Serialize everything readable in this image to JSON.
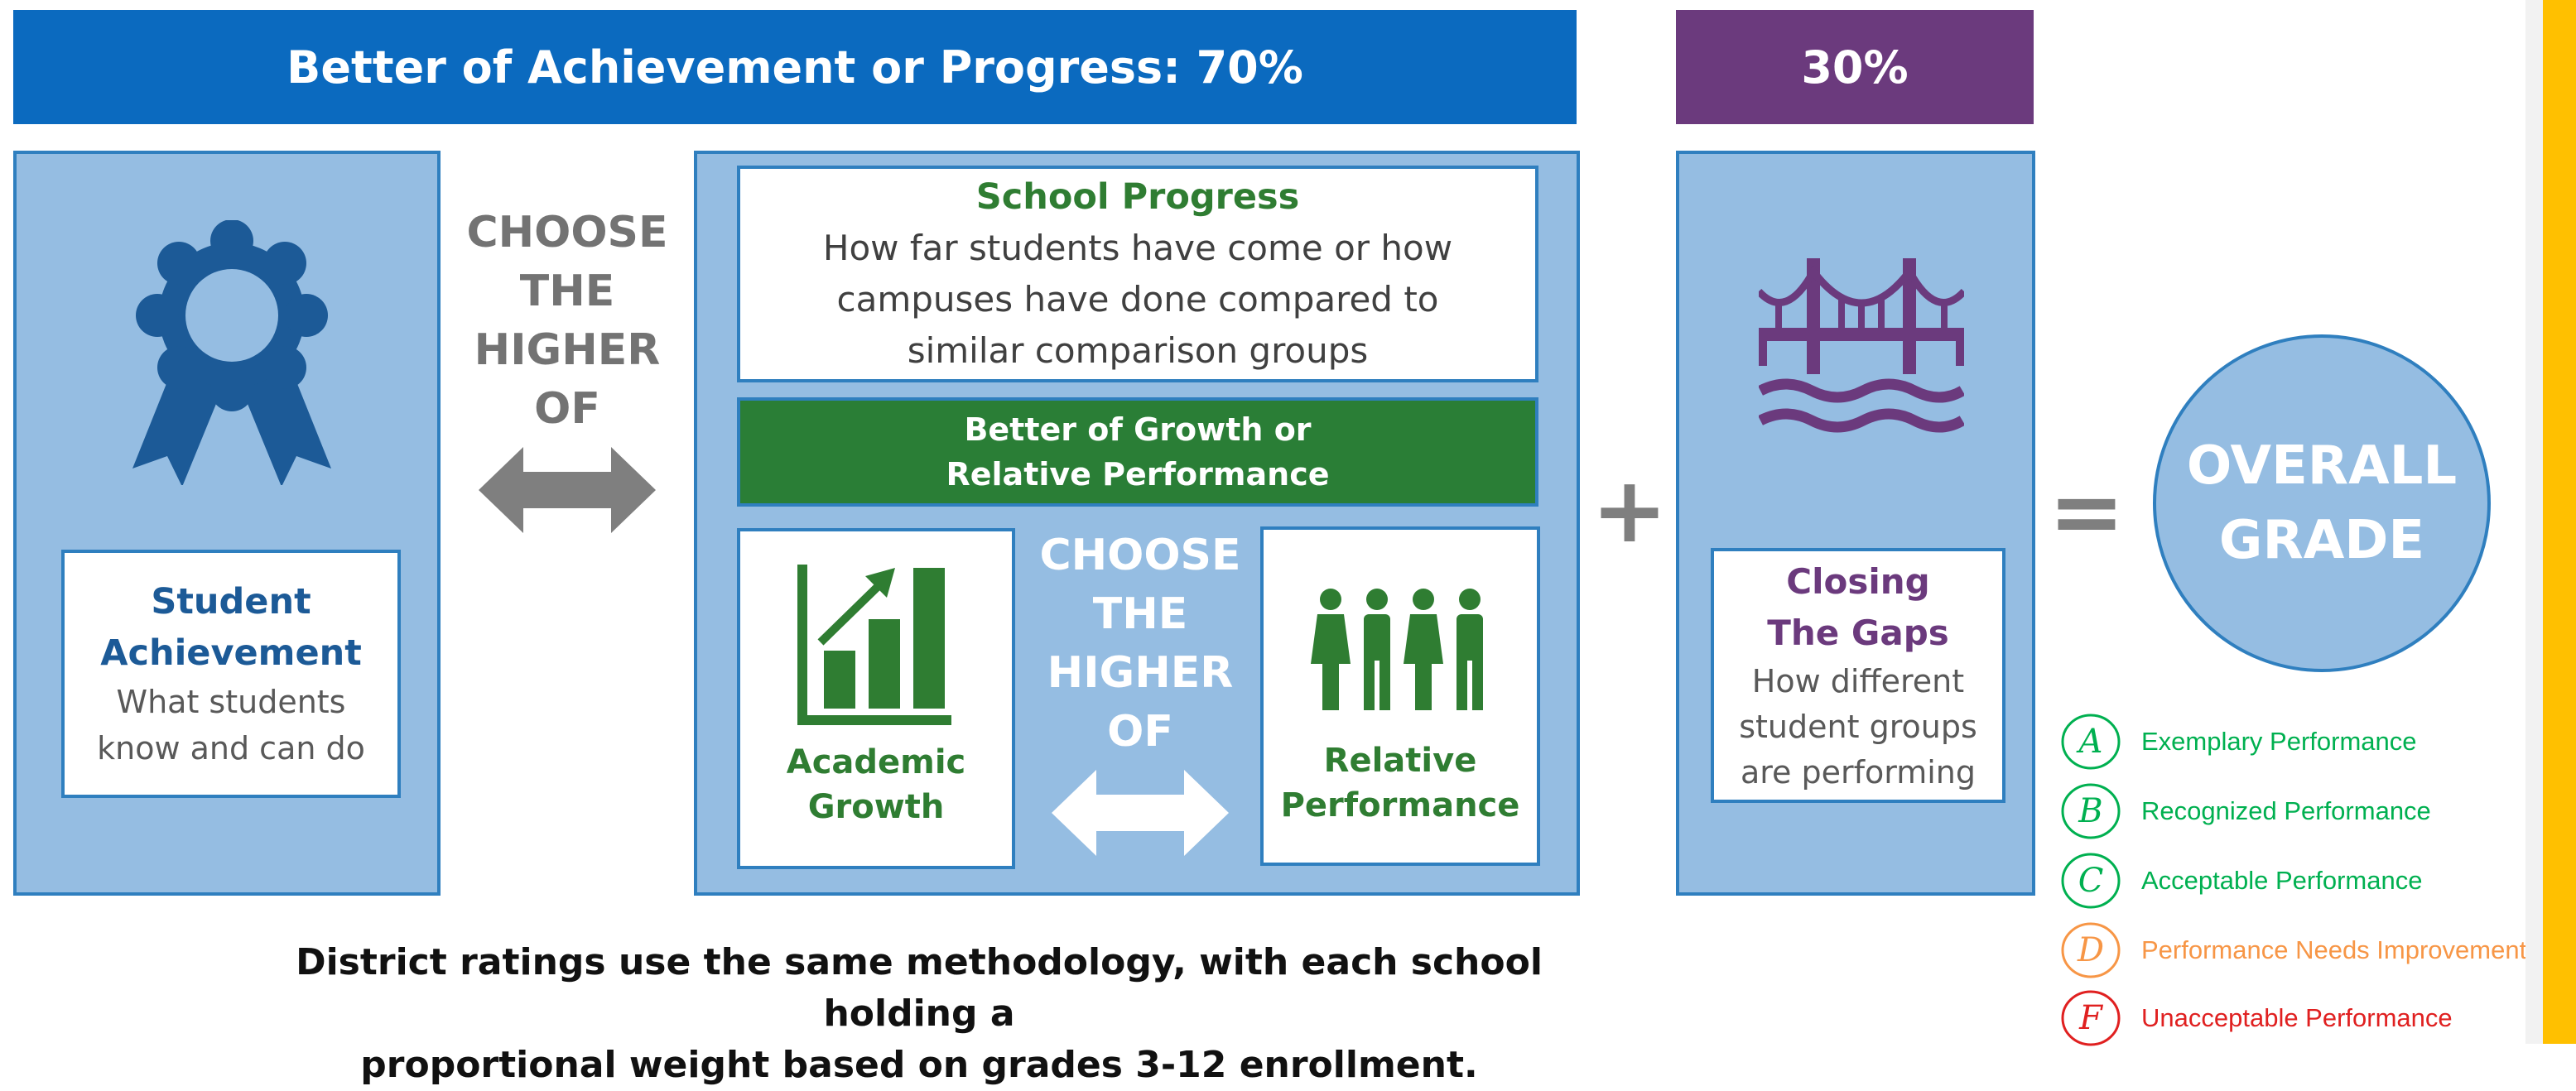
{
  "banner_left": "Better of Achievement or Progress: 70%",
  "banner_right": "30%",
  "student_achievement": {
    "title_line1": "Student",
    "title_line2": "Achievement",
    "desc_line1": "What students",
    "desc_line2": "know and can do"
  },
  "choose_left": [
    "CHOOSE",
    "THE",
    "HIGHER",
    "OF"
  ],
  "school_progress": {
    "title": "School Progress",
    "desc": [
      "How far students have come or how",
      "campuses have done compared to",
      "similar comparison groups"
    ]
  },
  "growth_banner": [
    "Better of Growth or",
    "Relative Performance"
  ],
  "academic_growth": [
    "Academic",
    "Growth"
  ],
  "choose_mid": [
    "CHOOSE",
    "THE",
    "HIGHER",
    "OF"
  ],
  "relative_performance": [
    "Relative",
    "Performance"
  ],
  "plus_sign": "+",
  "closing_gaps": {
    "title_line1": "Closing",
    "title_line2": "The Gaps",
    "desc": [
      "How different",
      "student groups",
      "are performing"
    ]
  },
  "equals_sign": "=",
  "overall_grade": [
    "OVERALL",
    "GRADE"
  ],
  "footnote": [
    "District ratings use the same methodology, with each school holding a",
    "proportional weight based on grades 3-12 enrollment."
  ],
  "grades": [
    {
      "letter": "A",
      "label": "Exemplary Performance",
      "color": "#00b050"
    },
    {
      "letter": "B",
      "label": "Recognized Performance",
      "color": "#00b050"
    },
    {
      "letter": "C",
      "label": "Acceptable Performance",
      "color": "#00b050"
    },
    {
      "letter": "D",
      "label": "Performance Needs Improvement",
      "color": "#f79646"
    },
    {
      "letter": "F",
      "label": "Unacceptable Performance",
      "color": "#e02020"
    }
  ],
  "colors": {
    "blue_banner": "#0b6abf",
    "purple_banner": "#6b3a7d",
    "panel": "#95bde2",
    "achievement_blue": "#1c5a97",
    "progress_green": "#2f7d32",
    "growth_banner_green": "#2a7e36",
    "gaps_purple": "#6b3a7d",
    "arrow_gray": "#7f7f7f",
    "right_edge_yellow": "#ffc000"
  }
}
